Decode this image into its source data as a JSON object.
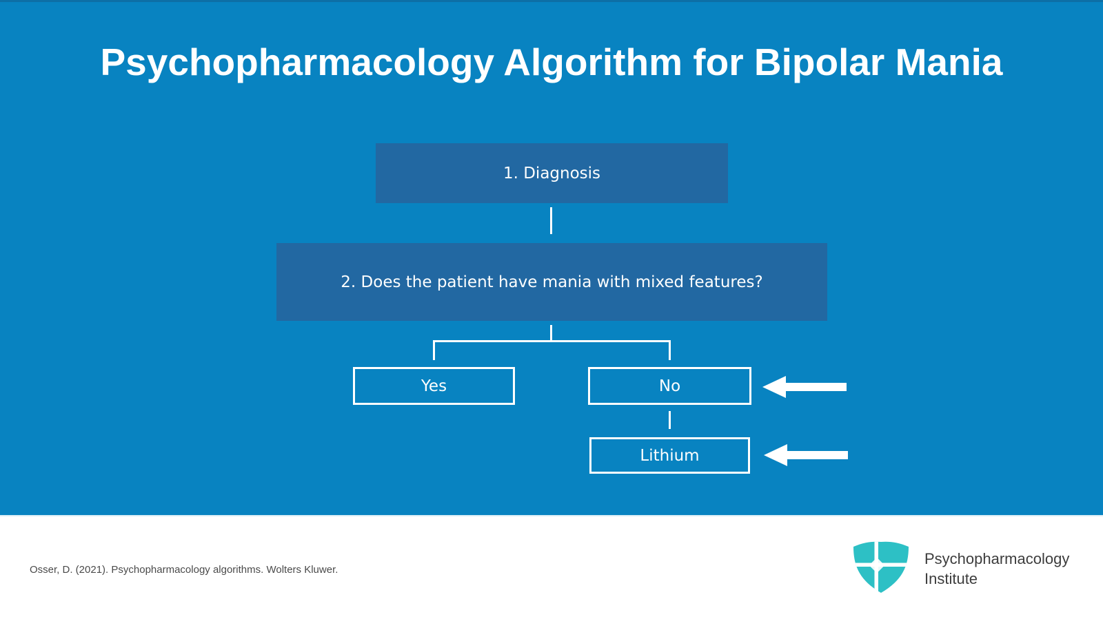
{
  "slide": {
    "title": "Psychopharmacology Algorithm for Bipolar Mania"
  },
  "flowchart": {
    "step1": "1. Diagnosis",
    "step2": "2. Does the patient have mania with mixed features?",
    "yes": "Yes",
    "no": "No",
    "lithium": "Lithium"
  },
  "footer": {
    "citation": "Osser, D. (2021). Psychopharmacology algorithms. Wolters Kluwer.",
    "logo_line1": "Psychopharmacology",
    "logo_line2": "Institute"
  },
  "colors": {
    "background": "#0883c1",
    "box_fill": "#2268a2",
    "outline_white": "#ffffff",
    "accent_teal": "#2dc0c5",
    "citation_text": "#4a4a4a",
    "logo_text": "#3d3d3d"
  }
}
